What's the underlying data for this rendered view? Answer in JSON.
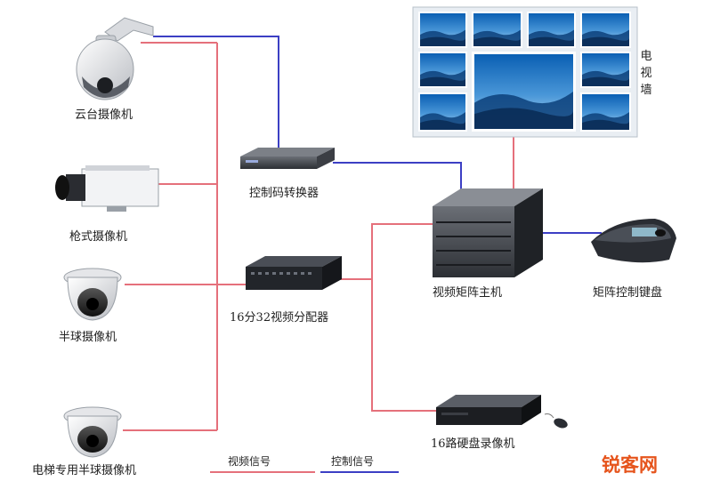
{
  "colors": {
    "video_signal": "#e5707b",
    "control_signal": "#3c3fc4",
    "screen_sky": "#0a63b8",
    "watermark": "#e6541c"
  },
  "devices": {
    "ptz_camera": "云台摄像机",
    "box_camera": "枪式摄像机",
    "dome_camera": "半球摄像机",
    "elevator_camera": "电梯专用半球摄像机",
    "code_converter": "控制码转换器",
    "video_distributor": "16分32视频分配器",
    "matrix_host": "视频矩阵主机",
    "matrix_keyboard": "矩阵控制键盘",
    "dvr": "16路硬盘录像机"
  },
  "video_wall_label": [
    "电",
    "视",
    "墙"
  ],
  "legend": {
    "video": "视频信号",
    "control": "控制信号"
  },
  "watermark": "锐客网"
}
